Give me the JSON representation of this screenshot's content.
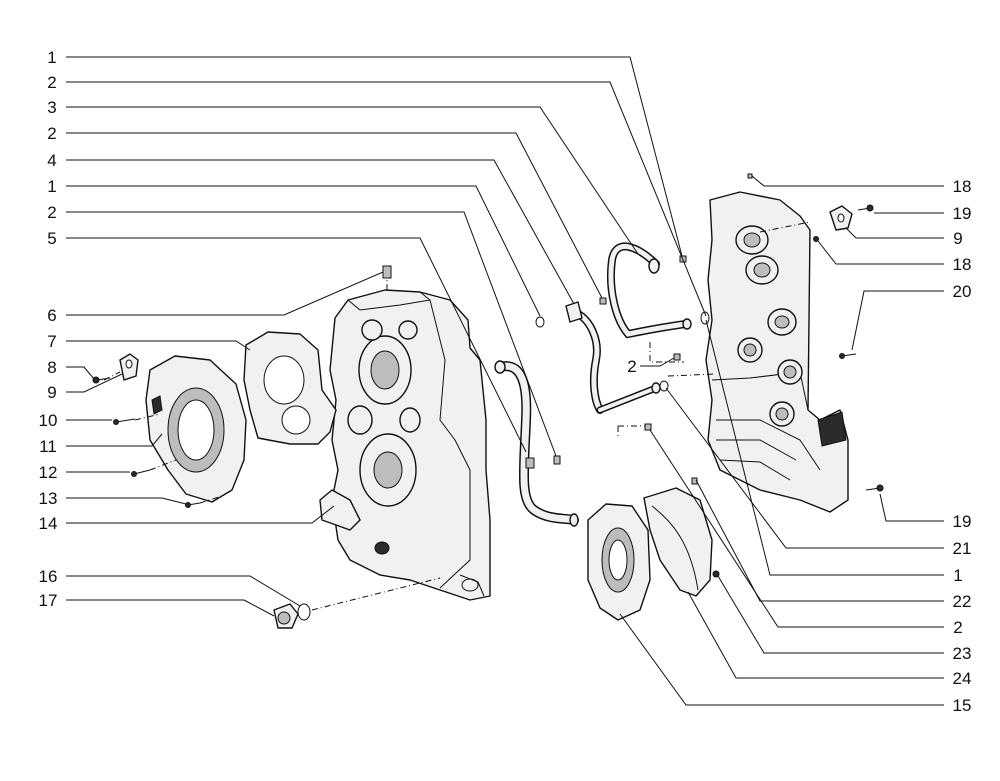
{
  "diagram": {
    "callouts": [
      {
        "id": "c-1a",
        "label": "1"
      },
      {
        "id": "c-2a",
        "label": "2"
      },
      {
        "id": "c-3",
        "label": "3"
      },
      {
        "id": "c-2b",
        "label": "2"
      },
      {
        "id": "c-4",
        "label": "4"
      },
      {
        "id": "c-1b",
        "label": "1"
      },
      {
        "id": "c-2c",
        "label": "2"
      },
      {
        "id": "c-5",
        "label": "5"
      },
      {
        "id": "c-6",
        "label": "6"
      },
      {
        "id": "c-7",
        "label": "7"
      },
      {
        "id": "c-8",
        "label": "8"
      },
      {
        "id": "c-9a",
        "label": "9"
      },
      {
        "id": "c-10",
        "label": "10"
      },
      {
        "id": "c-11",
        "label": "11"
      },
      {
        "id": "c-12",
        "label": "12"
      },
      {
        "id": "c-13",
        "label": "13"
      },
      {
        "id": "c-14",
        "label": "14"
      },
      {
        "id": "c-16",
        "label": "16"
      },
      {
        "id": "c-17",
        "label": "17"
      },
      {
        "id": "c-2d",
        "label": "2"
      },
      {
        "id": "c-18a",
        "label": "18"
      },
      {
        "id": "c-19a",
        "label": "19"
      },
      {
        "id": "c-9b",
        "label": "9"
      },
      {
        "id": "c-18b",
        "label": "18"
      },
      {
        "id": "c-20",
        "label": "20"
      },
      {
        "id": "c-19b",
        "label": "19"
      },
      {
        "id": "c-21",
        "label": "21"
      },
      {
        "id": "c-1c",
        "label": "1"
      },
      {
        "id": "c-22",
        "label": "22"
      },
      {
        "id": "c-2e",
        "label": "2"
      },
      {
        "id": "c-23",
        "label": "23"
      },
      {
        "id": "c-24",
        "label": "24"
      },
      {
        "id": "c-15",
        "label": "15"
      }
    ]
  }
}
